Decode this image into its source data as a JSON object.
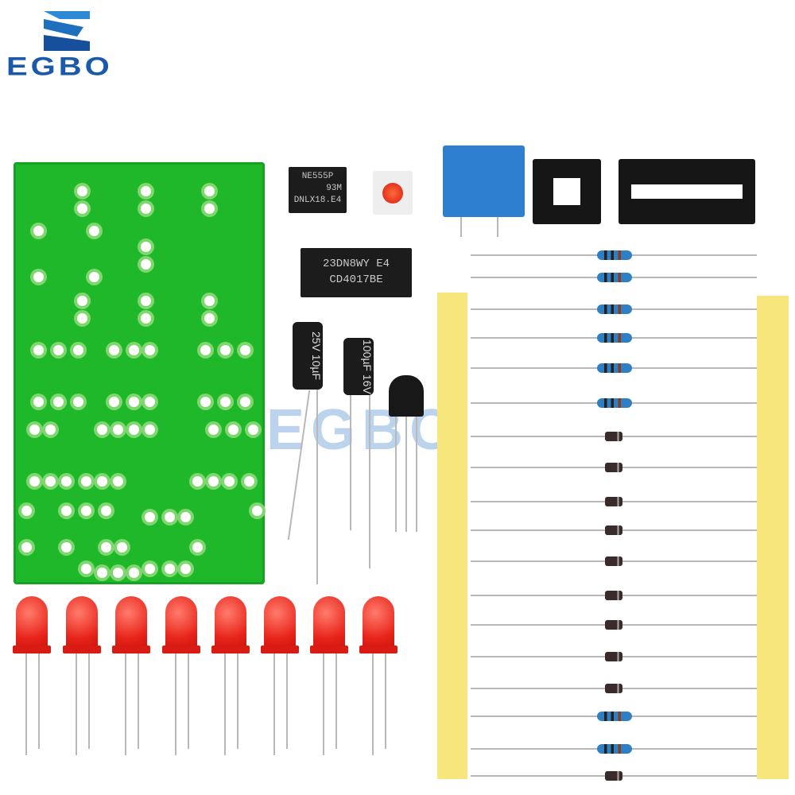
{
  "logo": {
    "text": "EGBO"
  },
  "watermark": {
    "text": "EGBO"
  },
  "ne555": {
    "line1": "NE555P",
    "line2": "93M",
    "line3": "DNLX18.E4"
  },
  "cd4017": {
    "line1": "23DN8WY E4",
    "line2": "CD4017BE"
  },
  "cap1": {
    "label": "25V 10µF"
  },
  "cap2": {
    "label": "100µF 16V"
  },
  "colors": {
    "pcb": "#1fb82a",
    "brand": "#1a5aa8",
    "led": "#e8231a",
    "tape": "#f7e67c"
  }
}
